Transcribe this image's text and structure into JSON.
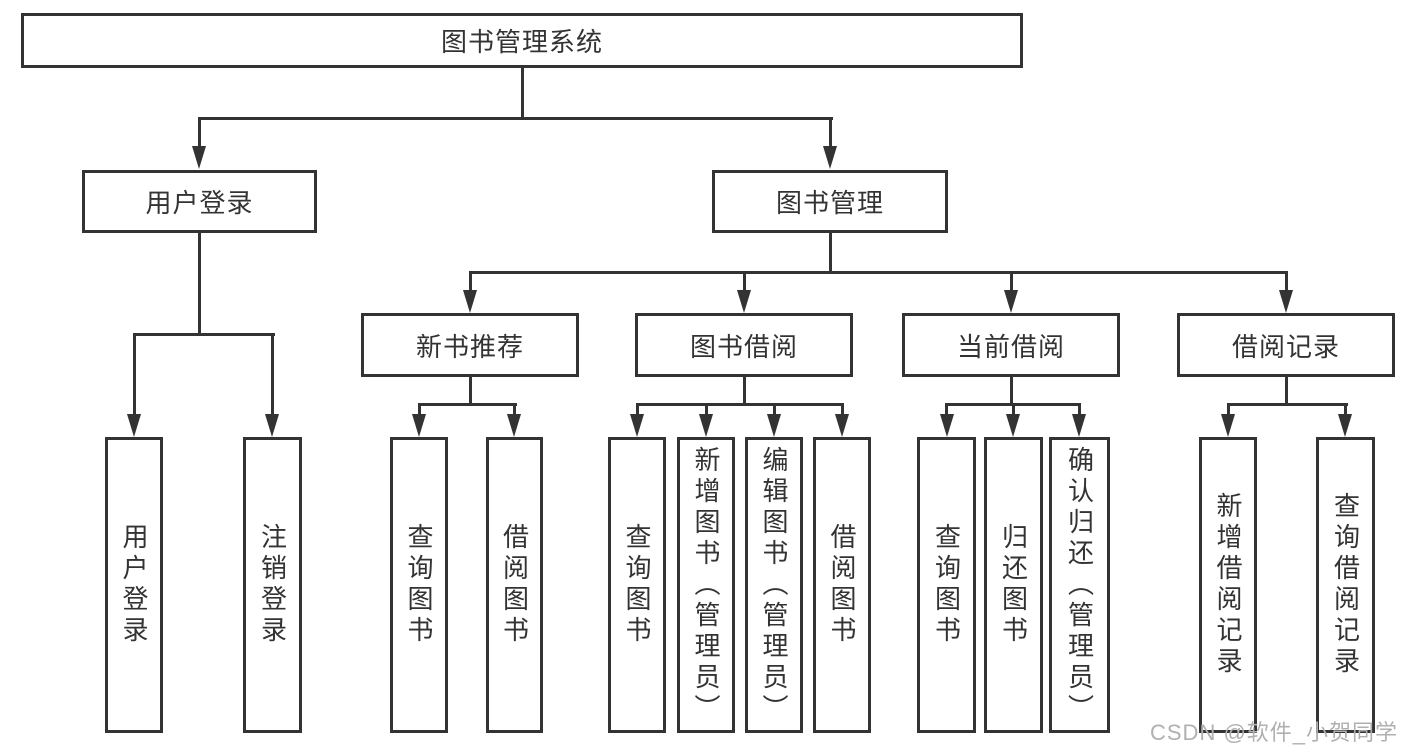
{
  "diagram": {
    "type": "hierarchy-tree",
    "root": "图书管理系统",
    "level2": {
      "user_login": "用户登录",
      "book_management": "图书管理"
    },
    "level3": {
      "new_book": "新书推荐",
      "book_borrow": "图书借阅",
      "current_borrow": "当前借阅",
      "borrow_record": "借阅记录"
    },
    "leaves": {
      "user_login": [
        "用户登录",
        "注销登录"
      ],
      "new_book": [
        "查询图书",
        "借阅图书"
      ],
      "book_borrow": [
        "查询图书",
        "新增图书（管理员）",
        "编辑图书（管理员）",
        "借阅图书"
      ],
      "current_borrow": [
        "查询图书",
        "归还图书",
        "确认归还（管理员）"
      ],
      "borrow_record": [
        "新增借阅记录",
        "查询借阅记录"
      ]
    }
  },
  "watermark": "CSDN @软件_小贺同学",
  "colors": {
    "line": "#333333",
    "text": "#333333",
    "watermark": "#b0b0b0",
    "background": "#ffffff"
  }
}
